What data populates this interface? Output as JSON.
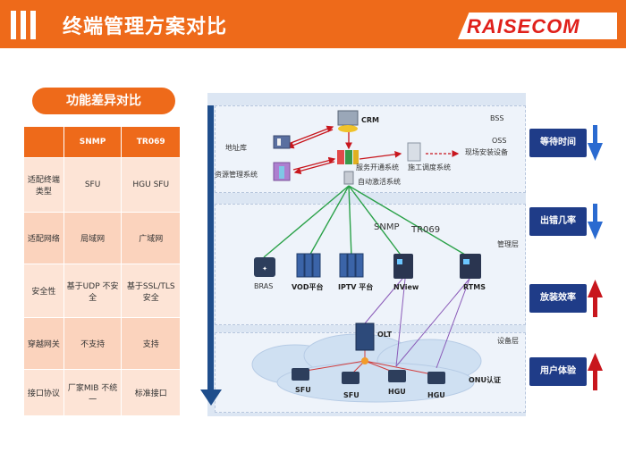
{
  "header": {
    "title": "终端管理方案对比",
    "logo": "RAISECOM"
  },
  "comparison": {
    "heading": "功能差异对比",
    "columns": [
      "",
      "SNMP",
      "TR069"
    ],
    "rows": [
      {
        "label": "适配终端类型",
        "snmp": "SFU",
        "tr069": "HGU SFU"
      },
      {
        "label": "适配网络",
        "snmp": "局域网",
        "tr069": "广域网"
      },
      {
        "label": "安全性",
        "snmp": "基于UDP 不安全",
        "tr069": "基于SSL/TLS 安全"
      },
      {
        "label": "穿越网关",
        "snmp": "不支持",
        "tr069": "支持"
      },
      {
        "label": "接口协议",
        "snmp": "厂家MIB 不统一",
        "tr069": "标准接口"
      }
    ]
  },
  "diagram": {
    "layers": {
      "bss": "BSS",
      "oss": "OSS",
      "mgmt": "管理层",
      "device": "设备层"
    },
    "bss_nodes": {
      "crm": "CRM",
      "address_db": "地址库",
      "resource_mgmt": "资源管理系统",
      "service_open": "服务开通系统",
      "construction": "施工调度系统",
      "site_install": "现场安装设备",
      "auto_activate": "自动激活系统"
    },
    "protocols": {
      "snmp": "SNMP",
      "tr069": "TR069"
    },
    "mgmt_nodes": [
      "BRAS",
      "VOD平台",
      "IPTV 平台",
      "NView",
      "RTMS"
    ],
    "device_nodes": {
      "olt": "OLT",
      "terminals": [
        "SFU",
        "SFU",
        "HGU",
        "HGU"
      ],
      "onu_auth": "ONU认证"
    }
  },
  "benefits": [
    {
      "label": "等待时间",
      "direction": "down",
      "color": "#2a6ad0"
    },
    {
      "label": "出错几率",
      "direction": "down",
      "color": "#2a6ad0"
    },
    {
      "label": "放装效率",
      "direction": "up",
      "color": "#c8161d"
    },
    {
      "label": "用户体验",
      "direction": "up",
      "color": "#c8161d"
    }
  ]
}
